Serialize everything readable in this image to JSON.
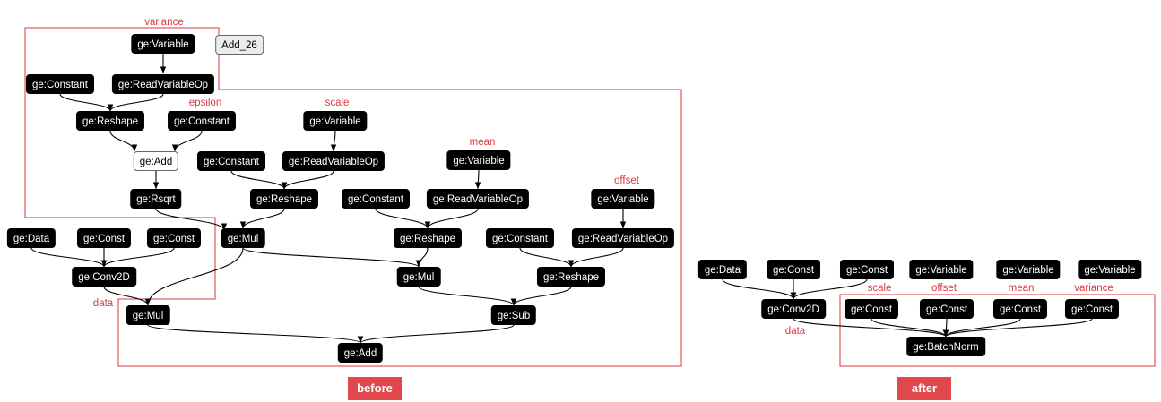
{
  "before": {
    "caption": "before",
    "nodes": {
      "var_v": "ge:Variable",
      "add26": "Add_26",
      "c_left": "ge:Constant",
      "rvo_v": "ge:ReadVariableOp",
      "resh_v": "ge:Reshape",
      "c_eps": "ge:Constant",
      "sc_var": "ge:Variable",
      "add1": "ge:Add",
      "c_sc": "ge:Constant",
      "rvo_sc": "ge:ReadVariableOp",
      "mean_var": "ge:Variable",
      "rsqrt": "ge:Rsqrt",
      "resh_sc": "ge:Reshape",
      "c_mean": "ge:Constant",
      "rvo_mean": "ge:ReadVariableOp",
      "off_var": "ge:Variable",
      "data": "ge:Data",
      "const1": "ge:Const",
      "const2": "ge:Const",
      "mul1": "ge:Mul",
      "resh_mean": "ge:Reshape",
      "c_off": "ge:Constant",
      "rvo_off": "ge:ReadVariableOp",
      "conv": "ge:Conv2D",
      "mul2": "ge:Mul",
      "resh_off": "ge:Reshape",
      "mul3": "ge:Mul",
      "sub": "ge:Sub",
      "add2": "ge:Add"
    },
    "labels": {
      "variance": "variance",
      "epsilon": "epsilon",
      "scale": "scale",
      "mean": "mean",
      "offset": "offset",
      "data": "data"
    }
  },
  "after": {
    "caption": "after",
    "nodes": {
      "data": "ge:Data",
      "const1": "ge:Const",
      "const2": "ge:Const",
      "v1": "ge:Variable",
      "v2": "ge:Variable",
      "v3": "ge:Variable",
      "conv": "ge:Conv2D",
      "c_scale": "ge:Const",
      "c_offset": "ge:Const",
      "c_mean": "ge:Const",
      "c_var": "ge:Const",
      "bn": "ge:BatchNorm"
    },
    "labels": {
      "scale": "scale",
      "offset": "offset",
      "mean": "mean",
      "variance": "variance",
      "data": "data"
    }
  },
  "colors": {
    "highlight": "#d9383f",
    "banner": "#e0484d",
    "node": "#000000"
  }
}
